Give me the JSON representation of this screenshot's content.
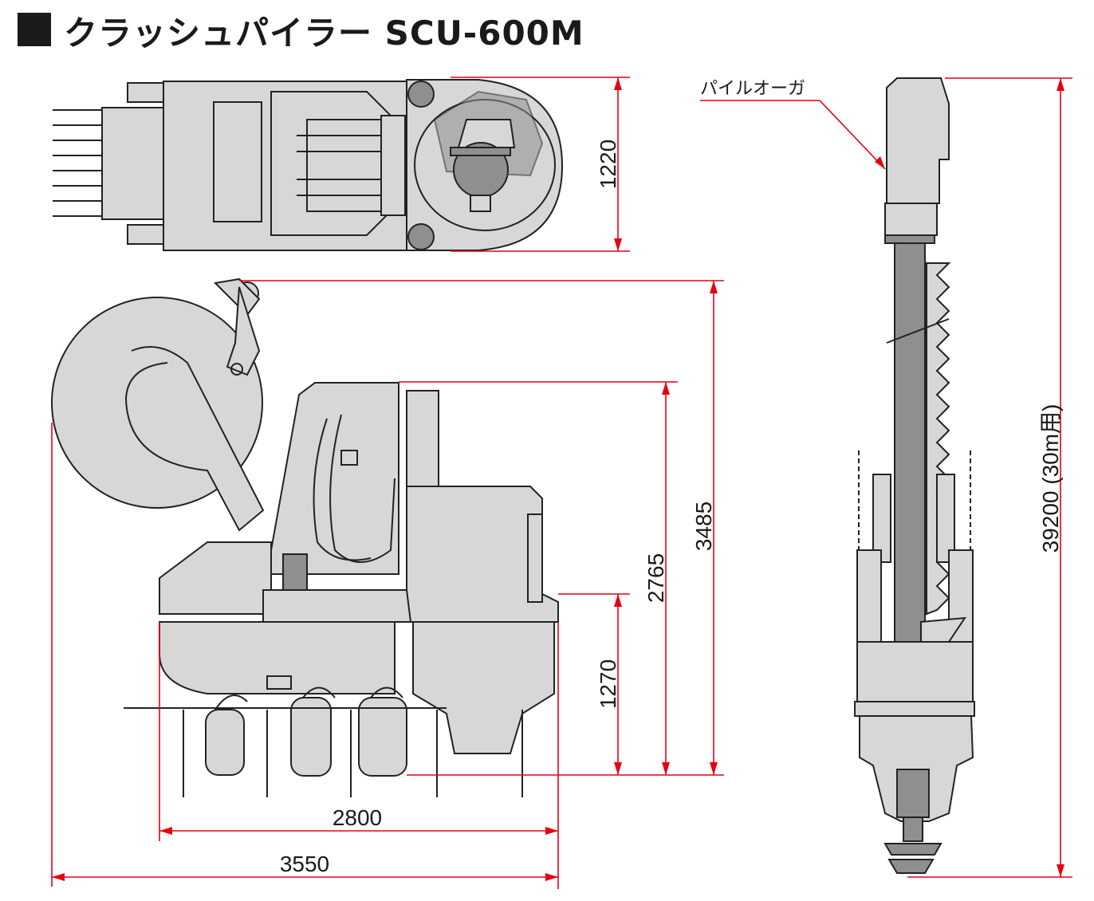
{
  "header": {
    "title": "クラッシュパイラー SCU-600M"
  },
  "callouts": {
    "auger": "パイルオーガ"
  },
  "dimensions": {
    "top_width": "1220",
    "height_total": "3485",
    "height_mast": "2765",
    "height_table": "1270",
    "length_base": "2800",
    "length_total": "3550",
    "auger_height": "39200 (30m用)"
  },
  "colors": {
    "dimension_line": "#e50012",
    "machine_fill": "#d7d7d7",
    "machine_dark": "#8f8f8f",
    "outline": "#222222"
  }
}
